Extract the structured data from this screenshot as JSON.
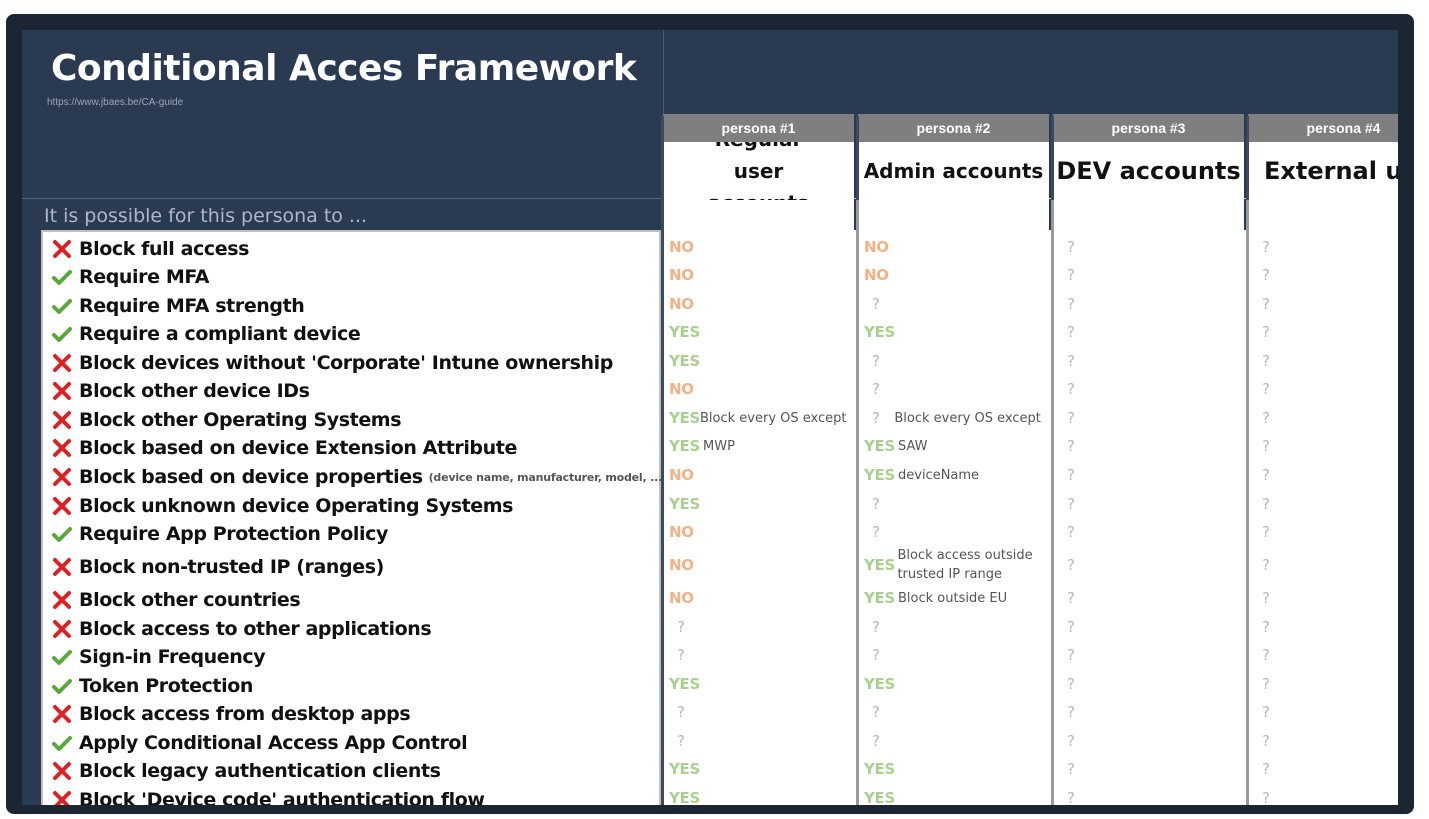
{
  "title": "Conditional Acces Framework",
  "url": "https://www.jbaes.be/CA-guide",
  "intro": "It is possible for this persona to ...",
  "colors": {
    "no": "#f4b183",
    "yes": "#a9d18e",
    "cross": "#e02020",
    "check": "#5aa83a"
  },
  "personas": [
    {
      "tag": "persona #1",
      "name": "Regular user accounts"
    },
    {
      "tag": "persona #2",
      "name": "Admin accounts"
    },
    {
      "tag": "persona #3",
      "name": "DEV accounts"
    },
    {
      "tag": "persona #4",
      "name": "External use"
    }
  ],
  "capabilities": [
    {
      "icon": "cross",
      "label": "Block full access",
      "note": "",
      "values": [
        [
          "NO",
          ""
        ],
        [
          "NO",
          ""
        ],
        [
          "?",
          ""
        ],
        [
          "?",
          ""
        ]
      ]
    },
    {
      "icon": "check",
      "label": "Require MFA",
      "note": "",
      "values": [
        [
          "NO",
          ""
        ],
        [
          "NO",
          ""
        ],
        [
          "?",
          ""
        ],
        [
          "?",
          ""
        ]
      ]
    },
    {
      "icon": "check",
      "label": "Require MFA strength",
      "note": "",
      "values": [
        [
          "NO",
          ""
        ],
        [
          "?",
          ""
        ],
        [
          "?",
          ""
        ],
        [
          "?",
          ""
        ]
      ]
    },
    {
      "icon": "check",
      "label": "Require a compliant device",
      "note": "",
      "values": [
        [
          "YES",
          ""
        ],
        [
          "YES",
          ""
        ],
        [
          "?",
          ""
        ],
        [
          "?",
          ""
        ]
      ]
    },
    {
      "icon": "cross",
      "label": "Block devices without 'Corporate' Intune ownership",
      "note": "",
      "values": [
        [
          "YES",
          ""
        ],
        [
          "?",
          ""
        ],
        [
          "?",
          ""
        ],
        [
          "?",
          ""
        ]
      ]
    },
    {
      "icon": "cross",
      "label": "Block other device IDs",
      "note": "",
      "values": [
        [
          "NO",
          ""
        ],
        [
          "?",
          ""
        ],
        [
          "?",
          ""
        ],
        [
          "?",
          ""
        ]
      ]
    },
    {
      "icon": "cross",
      "label": "Block other Operating Systems",
      "note": "",
      "values": [
        [
          "YES",
          "Block every OS except Win"
        ],
        [
          "?",
          "Block every OS except Win"
        ],
        [
          "?",
          ""
        ],
        [
          "?",
          ""
        ]
      ]
    },
    {
      "icon": "cross",
      "label": "Block based on device Extension Attribute",
      "note": "",
      "values": [
        [
          "YES",
          "MWP"
        ],
        [
          "YES",
          "SAW"
        ],
        [
          "?",
          ""
        ],
        [
          "?",
          ""
        ]
      ]
    },
    {
      "icon": "cross",
      "label": "Block based on device properties",
      "note": "(device name, manufacturer, model, ...)",
      "values": [
        [
          "NO",
          ""
        ],
        [
          "YES",
          "deviceName"
        ],
        [
          "?",
          ""
        ],
        [
          "?",
          ""
        ]
      ]
    },
    {
      "icon": "cross",
      "label": "Block unknown device Operating Systems",
      "note": "",
      "values": [
        [
          "YES",
          ""
        ],
        [
          "?",
          ""
        ],
        [
          "?",
          ""
        ],
        [
          "?",
          ""
        ]
      ]
    },
    {
      "icon": "check",
      "label": "Require App Protection Policy",
      "note": "",
      "values": [
        [
          "NO",
          ""
        ],
        [
          "?",
          ""
        ],
        [
          "?",
          ""
        ],
        [
          "?",
          ""
        ]
      ]
    },
    {
      "icon": "cross",
      "label": "Block non-trusted IP (ranges)",
      "note": "",
      "values": [
        [
          "NO",
          ""
        ],
        [
          "YES",
          "Block access outside trusted IP range"
        ],
        [
          "?",
          ""
        ],
        [
          "?",
          ""
        ]
      ]
    },
    {
      "icon": "cross",
      "label": "Block other countries",
      "note": "",
      "values": [
        [
          "NO",
          ""
        ],
        [
          "YES",
          "Block outside EU"
        ],
        [
          "?",
          ""
        ],
        [
          "?",
          ""
        ]
      ]
    },
    {
      "icon": "cross",
      "label": "Block access to other applications",
      "note": "",
      "values": [
        [
          "?",
          ""
        ],
        [
          "?",
          ""
        ],
        [
          "?",
          ""
        ],
        [
          "?",
          ""
        ]
      ]
    },
    {
      "icon": "check",
      "label": "Sign-in Frequency",
      "note": "",
      "values": [
        [
          "?",
          ""
        ],
        [
          "?",
          ""
        ],
        [
          "?",
          ""
        ],
        [
          "?",
          ""
        ]
      ]
    },
    {
      "icon": "check",
      "label": "Token Protection",
      "note": "",
      "values": [
        [
          "YES",
          ""
        ],
        [
          "YES",
          ""
        ],
        [
          "?",
          ""
        ],
        [
          "?",
          ""
        ]
      ]
    },
    {
      "icon": "cross",
      "label": "Block access from desktop apps",
      "note": "",
      "values": [
        [
          "?",
          ""
        ],
        [
          "?",
          ""
        ],
        [
          "?",
          ""
        ],
        [
          "?",
          ""
        ]
      ]
    },
    {
      "icon": "check",
      "label": "Apply Conditional Access App Control",
      "note": "",
      "values": [
        [
          "?",
          ""
        ],
        [
          "?",
          ""
        ],
        [
          "?",
          ""
        ],
        [
          "?",
          ""
        ]
      ]
    },
    {
      "icon": "cross",
      "label": "Block legacy authentication clients",
      "note": "",
      "values": [
        [
          "YES",
          ""
        ],
        [
          "YES",
          ""
        ],
        [
          "?",
          ""
        ],
        [
          "?",
          ""
        ]
      ]
    },
    {
      "icon": "cross",
      "label": "Block 'Device code' authentication flow",
      "note": "",
      "values": [
        [
          "YES",
          ""
        ],
        [
          "YES",
          ""
        ],
        [
          "?",
          ""
        ],
        [
          "?",
          ""
        ]
      ]
    }
  ]
}
